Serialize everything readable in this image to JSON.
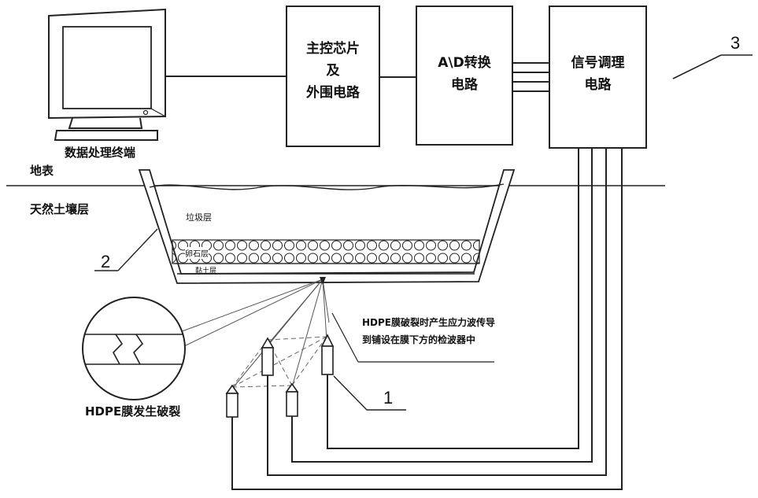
{
  "blocks": {
    "main_chip": [
      "主控芯片",
      "及",
      "外围电路"
    ],
    "adc": [
      "A\\D转换",
      "电路"
    ],
    "signal": [
      "信号调理",
      "电路"
    ]
  },
  "terminal_label": "数据处理终端",
  "ground": {
    "surface": "地表",
    "soil": "天然土壤层"
  },
  "pit_layers": {
    "garbage": "垃圾层",
    "gravel": "卵石层",
    "clay": "黏土层"
  },
  "annotation": [
    "HDPE膜破裂时产生应力波传导",
    "到铺设在膜下方的检波器中"
  ],
  "break_label": "HDPE膜发生破裂",
  "callouts": {
    "one": "1",
    "two": "2",
    "three": "3"
  }
}
